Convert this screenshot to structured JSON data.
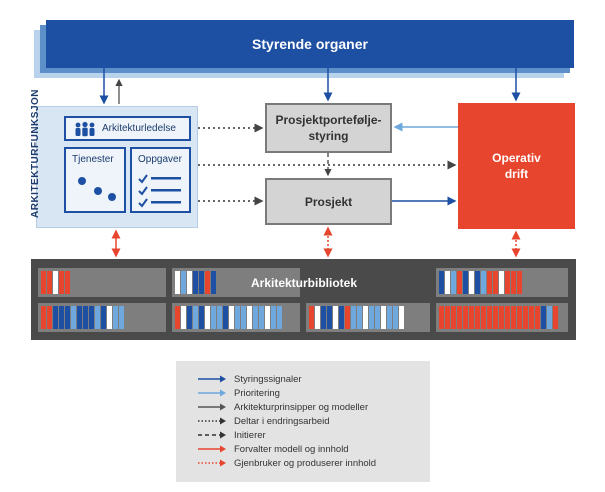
{
  "governing": {
    "label": "Styrende organer"
  },
  "architecture": {
    "title": "ARKITEKTURFUNKSJON",
    "leadership": "Arkitekturledelse",
    "services": "Tjenester",
    "tasks": "Oppgaver"
  },
  "boxes": {
    "portfolio_line1": "Prosjektportefølje-",
    "portfolio_line2": "styring",
    "project": "Prosjekt",
    "operations_line1": "Operativ",
    "operations_line2": "drift"
  },
  "library": {
    "title": "Arkitekturbibliotek"
  },
  "legend": {
    "items": [
      {
        "label": "Styringssignaler",
        "style": "solid",
        "color": "#1d4fa3"
      },
      {
        "label": "Prioritering",
        "style": "solid",
        "color": "#6fa8dc"
      },
      {
        "label": "Arkitekturprinsipper og modeller",
        "style": "solid",
        "color": "#555555"
      },
      {
        "label": "Deltar i endringsarbeid",
        "style": "dotted",
        "color": "#333333"
      },
      {
        "label": "Initierer",
        "style": "dashed",
        "color": "#333333"
      },
      {
        "label": "Forvalter modell og innhold",
        "style": "solid",
        "color": "#e8452e"
      },
      {
        "label": "Gjenbruker og produserer innhold",
        "style": "dotted",
        "color": "#e8452e"
      }
    ]
  },
  "colors": {
    "dark_blue": "#1d4fa3",
    "light_blue": "#6fa8dc",
    "red": "#e8452e",
    "grey": "#7a7a7a"
  }
}
